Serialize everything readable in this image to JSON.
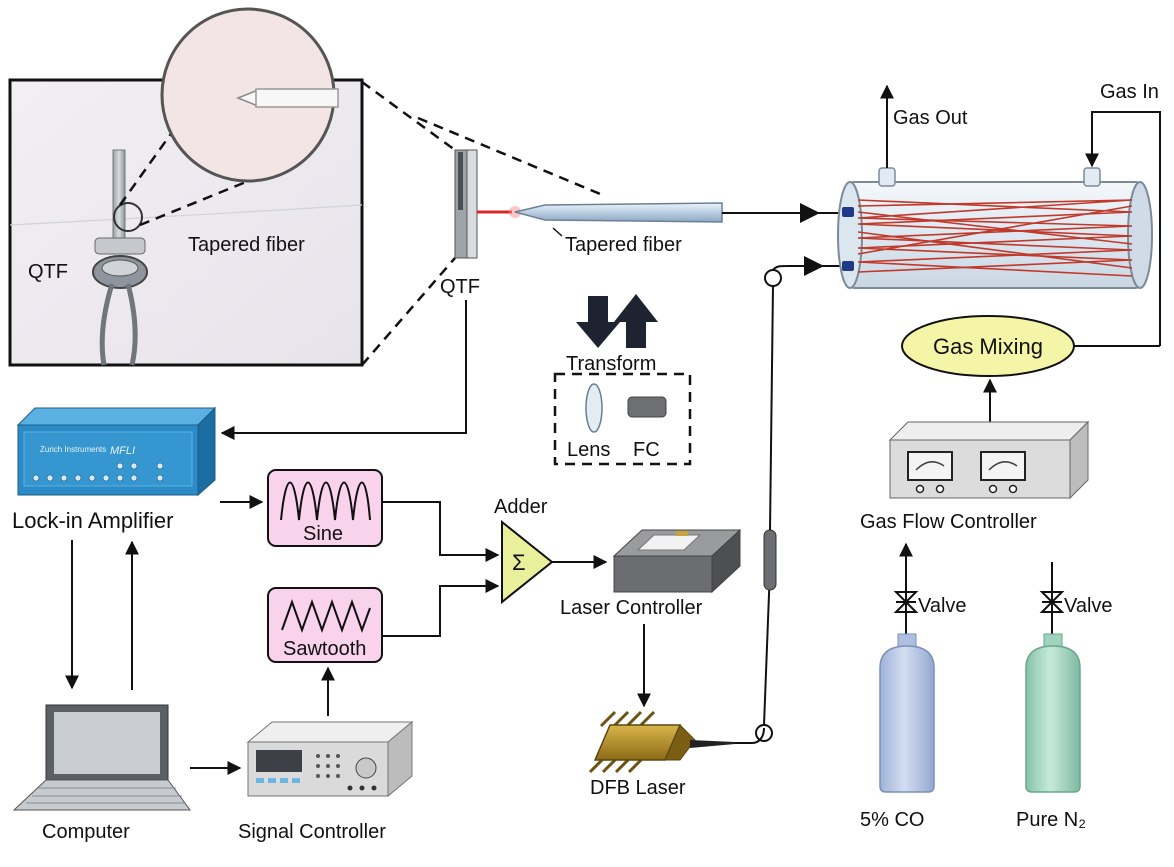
{
  "inset": {
    "qtf_label": "QTF",
    "fiber_label": "Tapered fiber"
  },
  "probe": {
    "qtf_label": "QTF",
    "fiber_label": "Tapered fiber"
  },
  "transform": {
    "title": "Transform",
    "lens_label": "Lens",
    "fc_label": "FC"
  },
  "instruments": {
    "lockin_label": "Lock-in Amplifier",
    "lockin_brand": "Zurich Instruments",
    "lockin_model": "MFLI",
    "computer_label": "Computer",
    "signal_label": "Signal Controller",
    "laser_ctrl_label": "Laser Controller",
    "dfb_label": "DFB Laser"
  },
  "signals": {
    "sine_label": "Sine",
    "sawtooth_label": "Sawtooth",
    "adder_title": "Adder",
    "adder_symbol": "Σ"
  },
  "gas": {
    "gas_out": "Gas Out",
    "gas_in": "Gas In",
    "mixing": "Gas Mixing",
    "flow_controller": "Gas Flow Controller",
    "valve1": "Valve",
    "valve2": "Valve",
    "cyl1": "5% CO",
    "cyl2": "Pure N₂"
  },
  "colors": {
    "lockin_body": "#2a8bc6",
    "waveform_box": "#f9d2ec",
    "adder_fill": "#e9ef9a",
    "mixing_fill": "#f5f5a8",
    "cell_laser": "#c0392b",
    "cylinder_co": "#b8c9e8",
    "cylinder_n2": "#a6d8c4"
  }
}
